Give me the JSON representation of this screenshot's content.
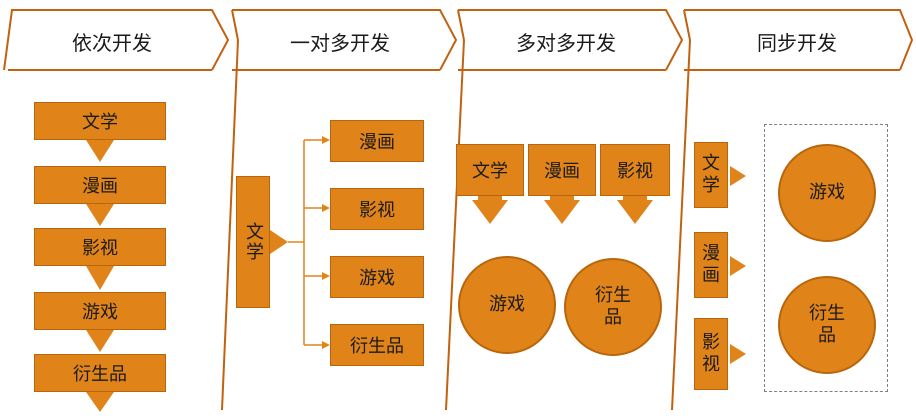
{
  "accent": "#E0841A",
  "panels": [
    {
      "title": "依次开发"
    },
    {
      "title": "一对多开发"
    },
    {
      "title": "多对多开发"
    },
    {
      "title": "同步开发"
    }
  ],
  "seq": {
    "items": [
      "文学",
      "漫画",
      "影视",
      "游戏",
      "衍生品"
    ]
  },
  "one_to_many": {
    "source": "文学",
    "targets": [
      "漫画",
      "影视",
      "游戏",
      "衍生品"
    ]
  },
  "many_to_many": {
    "sources": [
      "文学",
      "漫画",
      "影视"
    ],
    "outputs": [
      "游戏",
      "衍生\n品"
    ]
  },
  "sync": {
    "left": [
      "文\n学",
      "漫\n画",
      "影\n视"
    ],
    "right": [
      "游戏",
      "衍生\n品"
    ]
  }
}
